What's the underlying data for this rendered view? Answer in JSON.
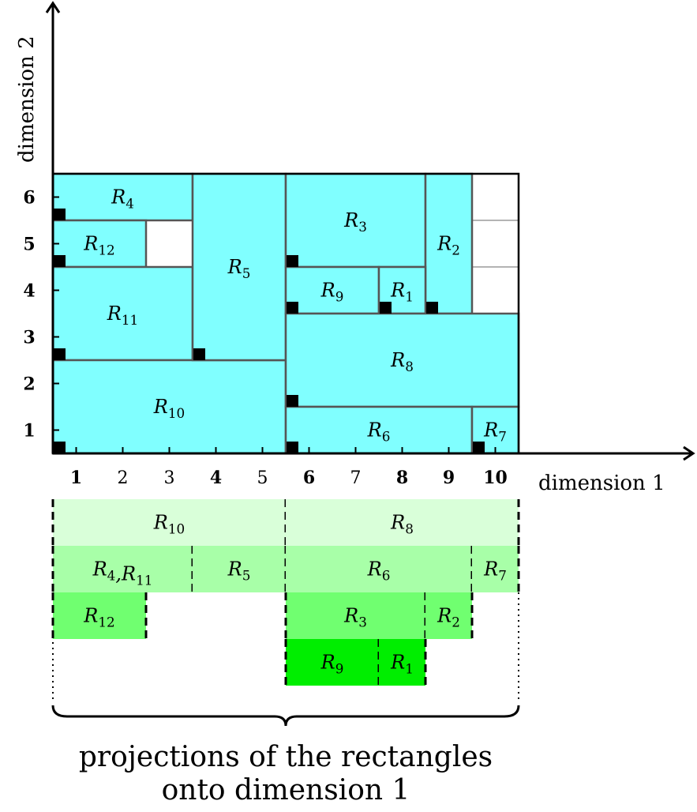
{
  "axes": {
    "x_label": "dimension 1",
    "y_label": "dimension 2",
    "x_ticks": [
      {
        "label": "1",
        "bold": true
      },
      {
        "label": "2",
        "bold": false
      },
      {
        "label": "3",
        "bold": false
      },
      {
        "label": "4",
        "bold": true
      },
      {
        "label": "5",
        "bold": false
      },
      {
        "label": "6",
        "bold": true
      },
      {
        "label": "7",
        "bold": false
      },
      {
        "label": "8",
        "bold": true
      },
      {
        "label": "9",
        "bold": true
      },
      {
        "label": "10",
        "bold": true
      }
    ],
    "y_ticks": [
      "1",
      "2",
      "3",
      "4",
      "5",
      "6"
    ]
  },
  "colors": {
    "rect_fill": "#80ffff",
    "grid_line": "#555555",
    "proj_levels": [
      "#d9ffd9",
      "#a8ffa8",
      "#70ff70",
      "#00ee00"
    ]
  },
  "rectangles": [
    {
      "id": "R4",
      "base": "R",
      "sub": "4",
      "x1": 1,
      "x2": 4,
      "y1": 5,
      "y2": 6,
      "corner": true
    },
    {
      "id": "R12",
      "base": "R",
      "sub": "12",
      "x1": 1,
      "x2": 3,
      "y1": 4,
      "y2": 5,
      "corner": true
    },
    {
      "id": "R11",
      "base": "R",
      "sub": "11",
      "x1": 1,
      "x2": 4,
      "y1": 2,
      "y2": 4,
      "corner": true
    },
    {
      "id": "R10",
      "base": "R",
      "sub": "10",
      "x1": 1,
      "x2": 6,
      "y1": 0,
      "y2": 2,
      "corner": true
    },
    {
      "id": "R5",
      "base": "R",
      "sub": "5",
      "x1": 4,
      "x2": 6,
      "y1": 2,
      "y2": 6,
      "corner": true
    },
    {
      "id": "R3",
      "base": "R",
      "sub": "3",
      "x1": 6,
      "x2": 9,
      "y1": 4,
      "y2": 6,
      "corner": true
    },
    {
      "id": "R2",
      "base": "R",
      "sub": "2",
      "x1": 9,
      "x2": 10,
      "y1": 3,
      "y2": 6,
      "corner": true
    },
    {
      "id": "R9",
      "base": "R",
      "sub": "9",
      "x1": 6,
      "x2": 8,
      "y1": 3,
      "y2": 4,
      "corner": true
    },
    {
      "id": "R1",
      "base": "R",
      "sub": "1",
      "x1": 8,
      "x2": 9,
      "y1": 3,
      "y2": 4,
      "corner": true
    },
    {
      "id": "R8",
      "base": "R",
      "sub": "8",
      "x1": 6,
      "x2": 11,
      "y1": 1,
      "y2": 3,
      "corner": true
    },
    {
      "id": "R6",
      "base": "R",
      "sub": "6",
      "x1": 6,
      "x2": 10,
      "y1": 0,
      "y2": 1,
      "corner": true
    },
    {
      "id": "R7",
      "base": "R",
      "sub": "7",
      "x1": 10,
      "x2": 11,
      "y1": 0,
      "y2": 1,
      "corner": true
    }
  ],
  "empty_cells": [
    {
      "x1": 3,
      "x2": 4,
      "y1": 4,
      "y2": 5
    },
    {
      "x1": 10,
      "x2": 11,
      "y1": 5,
      "y2": 6
    },
    {
      "x1": 10,
      "x2": 11,
      "y1": 4,
      "y2": 5
    },
    {
      "x1": 10,
      "x2": 11,
      "y1": 3,
      "y2": 4
    }
  ],
  "projections": [
    {
      "level": 0,
      "x1": 1,
      "x2": 6,
      "label": "R10",
      "parts": [
        [
          "R",
          "10"
        ]
      ]
    },
    {
      "level": 0,
      "x1": 6,
      "x2": 11,
      "label": "R8",
      "parts": [
        [
          "R",
          "8"
        ]
      ]
    },
    {
      "level": 1,
      "x1": 1,
      "x2": 4,
      "label": "R4,R11",
      "parts": [
        [
          "R",
          "4"
        ],
        [
          ",",
          ""
        ],
        [
          "R",
          "11"
        ]
      ]
    },
    {
      "level": 1,
      "x1": 4,
      "x2": 6,
      "label": "R5",
      "parts": [
        [
          "R",
          "5"
        ]
      ]
    },
    {
      "level": 1,
      "x1": 6,
      "x2": 10,
      "label": "R6",
      "parts": [
        [
          "R",
          "6"
        ]
      ]
    },
    {
      "level": 1,
      "x1": 10,
      "x2": 11,
      "label": "R7",
      "parts": [
        [
          "R",
          "7"
        ]
      ]
    },
    {
      "level": 2,
      "x1": 1,
      "x2": 3,
      "label": "R12",
      "parts": [
        [
          "R",
          "12"
        ]
      ]
    },
    {
      "level": 2,
      "x1": 6,
      "x2": 9,
      "label": "R3",
      "parts": [
        [
          "R",
          "3"
        ]
      ]
    },
    {
      "level": 2,
      "x1": 9,
      "x2": 10,
      "label": "R2",
      "parts": [
        [
          "R",
          "2"
        ]
      ]
    },
    {
      "level": 3,
      "x1": 6,
      "x2": 8,
      "label": "R9",
      "parts": [
        [
          "R",
          "9"
        ]
      ]
    },
    {
      "level": 3,
      "x1": 8,
      "x2": 9,
      "label": "R1",
      "parts": [
        [
          "R",
          "1"
        ]
      ]
    }
  ],
  "caption": {
    "line1": "projections of the rectangles",
    "line2": "onto dimension 1"
  }
}
